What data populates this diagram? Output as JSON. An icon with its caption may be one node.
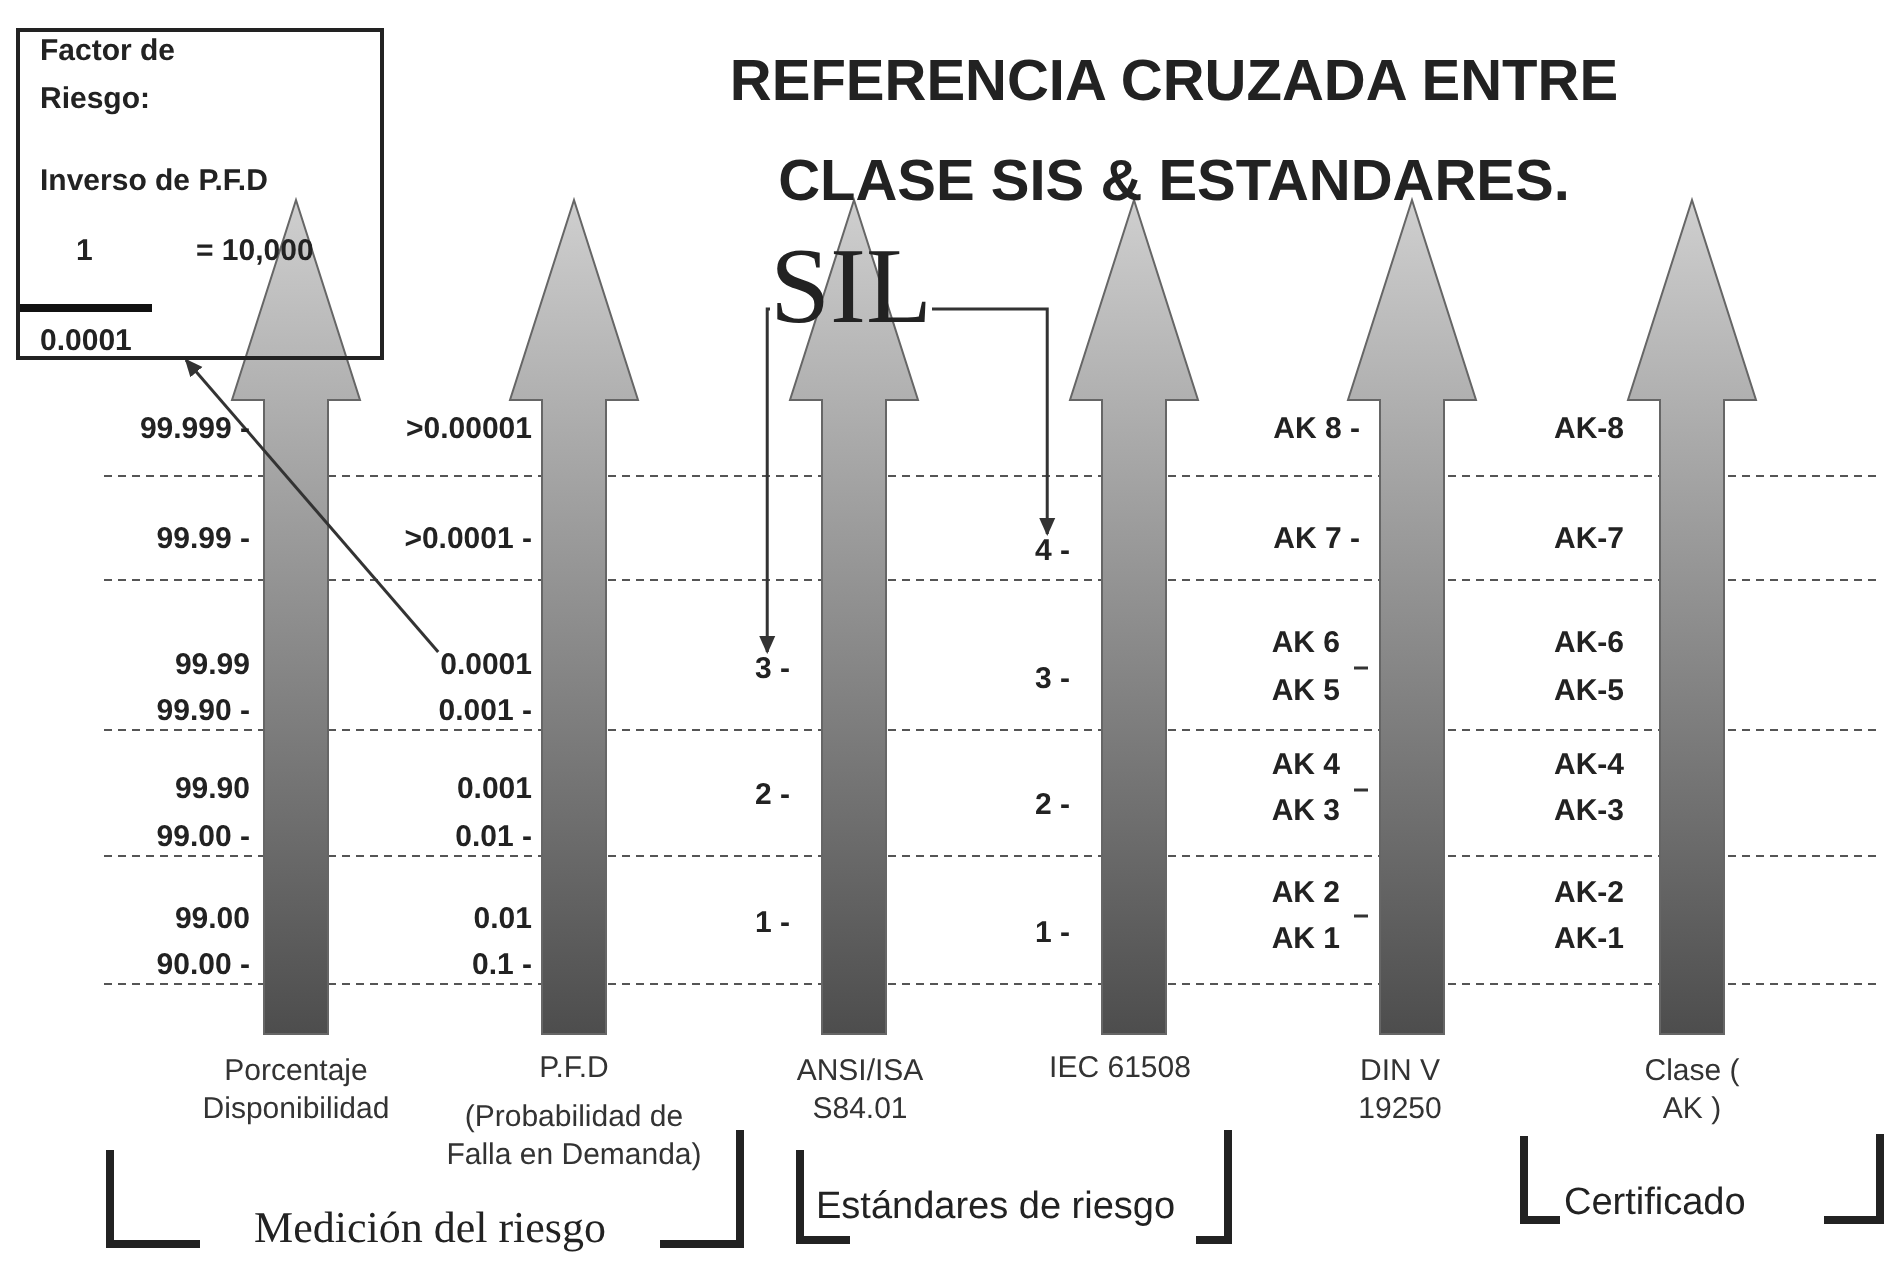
{
  "diagram": {
    "title": "REFERENCIA CRUZADA ENTRE CLASE SIS & ESTANDARES.",
    "nodes": [
      {
        "text": [
          "Factor de Riesgo:",
          "Inverso de P.F.D",
          "1",
          "= 10,000",
          "0.0001"
        ]
      },
      {
        "text": [
          "SIL"
        ]
      },
      {
        "text": [
          "0.0001"
        ]
      },
      {
        "text": [
          "3 -"
        ]
      },
      {
        "text": [
          "4 -"
        ]
      }
    ],
    "edges": [
      {
        "from": 2,
        "to": 0,
        "arrow": "to"
      },
      {
        "from": 1,
        "to": 3,
        "arrow": "to"
      },
      {
        "from": 1,
        "to": 4,
        "arrow": "to"
      }
    ],
    "labels": [
      "99.999 -",
      ">0.00001",
      "AK 8 -",
      "AK-8",
      "99.99 -",
      ">0.0001 -",
      "AK 7 -",
      "AK-7",
      "99.99",
      "3 -",
      "AK 6",
      "AK-6",
      "99.90 -",
      "0.001 -",
      "AK 5",
      "AK-5",
      "99.90",
      "0.001",
      "2 -",
      "2 -",
      "AK 4",
      "AK-4",
      "99.00 -",
      "0.01 -",
      "AK 3",
      "AK-3",
      "99.00",
      "0.01",
      "1 -",
      "1 -",
      "AK 2",
      "AK-2",
      "90.00 -",
      "0.1 -",
      "AK 1",
      "AK-1",
      "Porcentaje Disponibilidad",
      "P.F.D",
      "(Probabilidad de Falla en Demanda)",
      "ANSI/ISA S84.01",
      "IEC 61508",
      "DIN V 19250",
      "Clase ( AK )",
      "Medición del riesgo",
      "Estándares de riesgo",
      "Certificado"
    ]
  }
}
